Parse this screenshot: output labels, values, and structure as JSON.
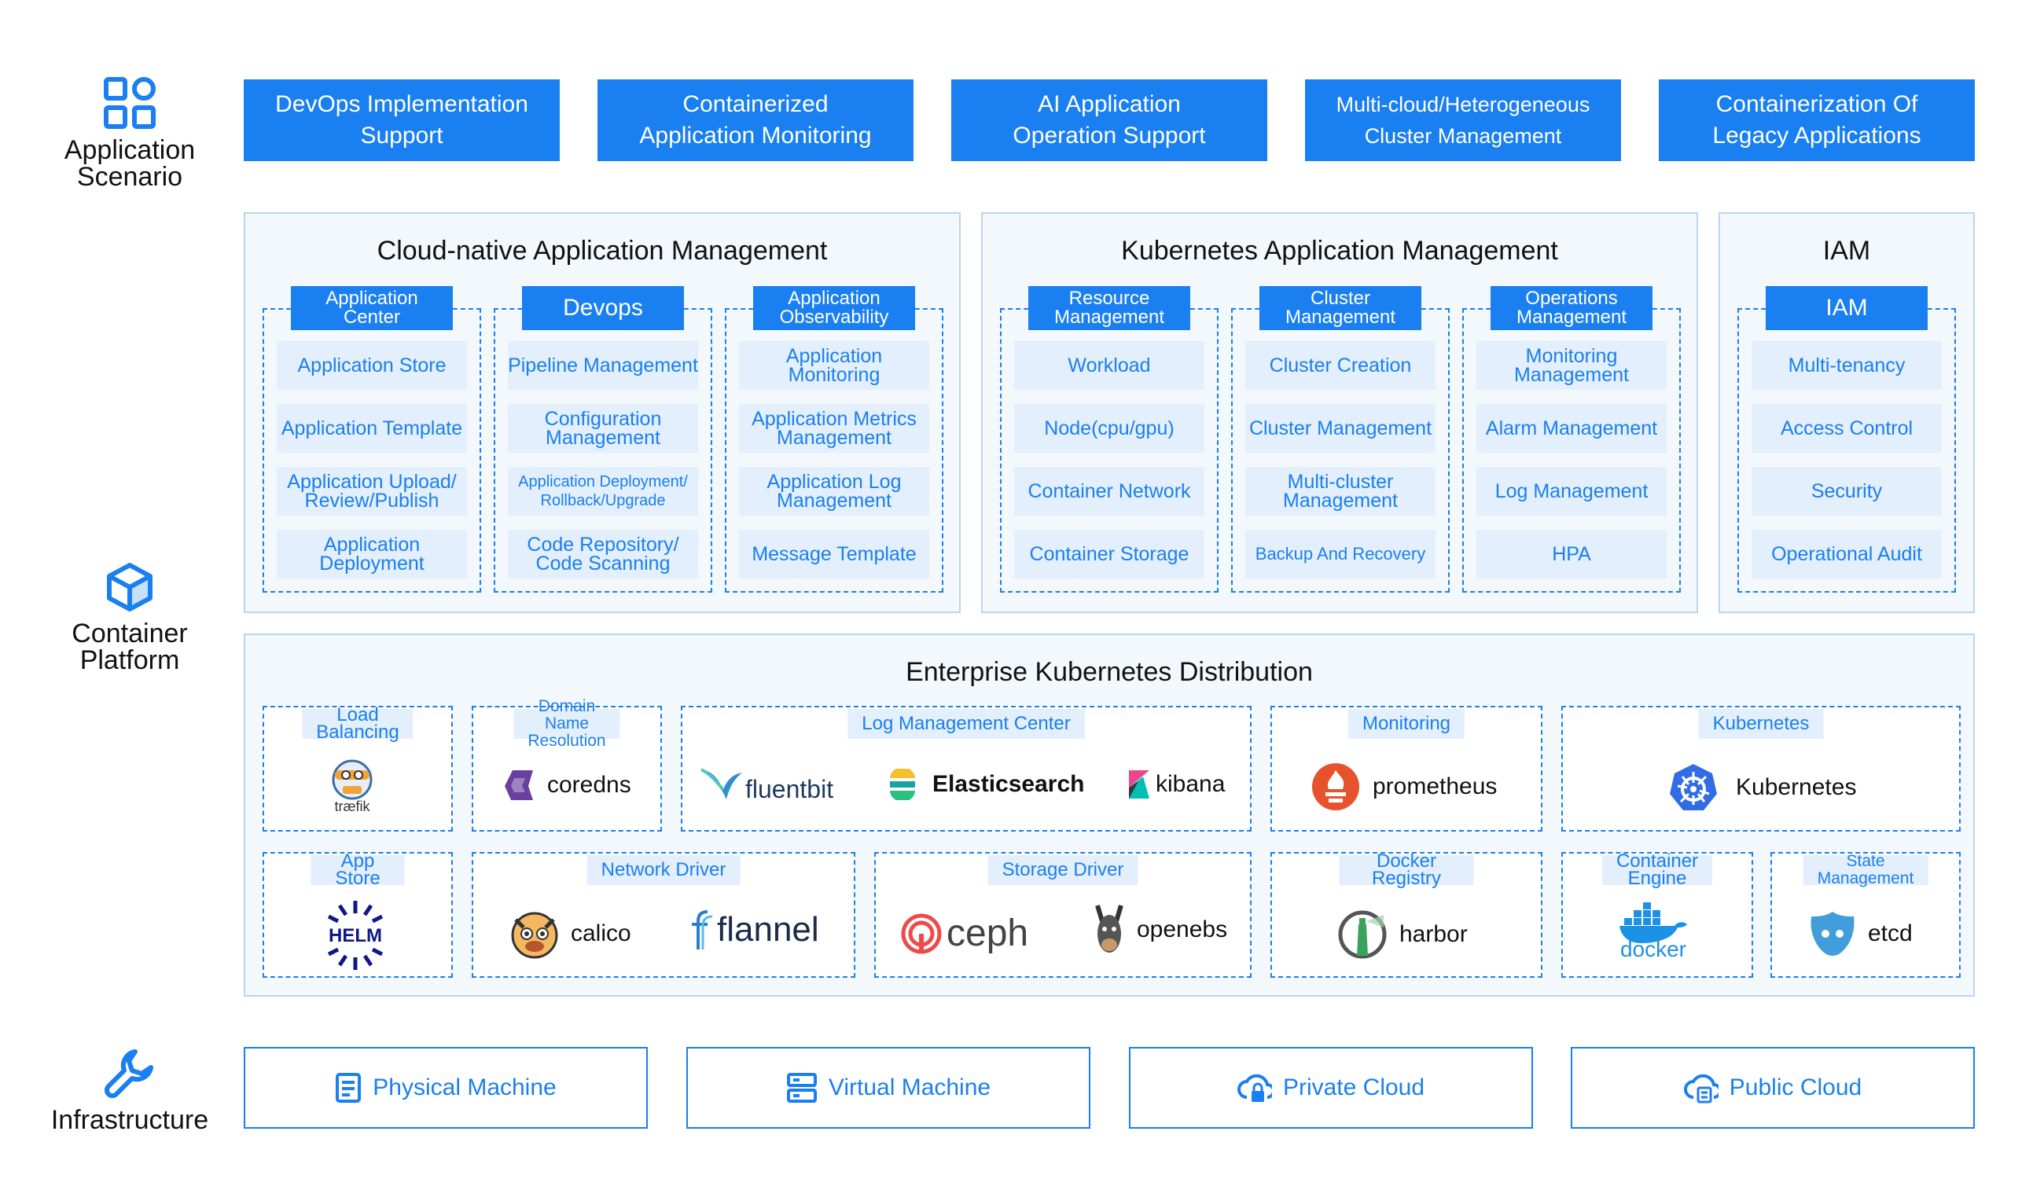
{
  "sections": {
    "application_scenario": "Application\nScenario",
    "container_platform": "Container\nPlatform",
    "infrastructure": "Infrastructure"
  },
  "scenarios": [
    "DevOps Implementation\nSupport",
    "Containerized\nApplication Monitoring",
    "AI Application\nOperation Support",
    "Multi-cloud/Heterogeneous\nCluster Management",
    "Containerization Of\nLegacy Applications"
  ],
  "cloud_native": {
    "title": "Cloud-native Application Management",
    "groups": [
      {
        "header": "Application\nCenter",
        "items": [
          "Application Store",
          "Application Template",
          "Application Upload/\nReview/Publish",
          "Application\nDeployment"
        ]
      },
      {
        "header": "Devops",
        "items": [
          "Pipeline Management",
          "Configuration\nManagement",
          "Application Deployment/\nRollback/Upgrade",
          "Code Repository/\nCode Scanning"
        ]
      },
      {
        "header": "Application\nObservability",
        "items": [
          "Application\nMonitoring",
          "Application Metrics\nManagement",
          "Application Log\nManagement",
          "Message Template"
        ]
      }
    ]
  },
  "kubernetes_app": {
    "title": "Kubernetes Application Management",
    "groups": [
      {
        "header": "Resource\nManagement",
        "items": [
          "Workload",
          "Node(cpu/gpu)",
          "Container Network",
          "Container Storage"
        ]
      },
      {
        "header": "Cluster\nManagement",
        "items": [
          "Cluster Creation",
          "Cluster Management",
          "Multi-cluster\nManagement",
          "Backup And Recovery"
        ]
      },
      {
        "header": "Operations\nManagement",
        "items": [
          "Monitoring\nManagement",
          "Alarm Management",
          "Log Management",
          "HPA"
        ]
      }
    ]
  },
  "iam": {
    "title": "IAM",
    "header": "IAM",
    "items": [
      "Multi-tenancy",
      "Access Control",
      "Security",
      "Operational Audit"
    ]
  },
  "distribution": {
    "title": "Enterprise Kubernetes Distribution",
    "boxes": {
      "load_balancing": {
        "label": "Load Balancing",
        "logos": [
          "træfik"
        ]
      },
      "dns": {
        "label": "Domain Name\nResolution",
        "logos": [
          "coredns"
        ]
      },
      "log": {
        "label": "Log Management Center",
        "logos": [
          "fluentbit",
          "Elasticsearch",
          "kibana"
        ]
      },
      "monitoring": {
        "label": "Monitoring",
        "logos": [
          "prometheus"
        ]
      },
      "kubernetes": {
        "label": "Kubernetes",
        "logos": [
          "Kubernetes"
        ]
      },
      "app_store": {
        "label": "App Store",
        "logos": [
          "HELM"
        ]
      },
      "network": {
        "label": "Network Driver",
        "logos": [
          "calico",
          "flannel"
        ]
      },
      "storage": {
        "label": "Storage Driver",
        "logos": [
          "ceph",
          "openebs"
        ]
      },
      "registry": {
        "label": "Docker Registry",
        "logos": [
          "harbor"
        ]
      },
      "engine": {
        "label": "Container Engine",
        "logos": [
          "docker"
        ]
      },
      "state": {
        "label": "State Management",
        "logos": [
          "etcd"
        ]
      }
    }
  },
  "infrastructure": [
    "Physical Machine",
    "Virtual Machine",
    "Private Cloud",
    "Public Cloud"
  ],
  "colors": {
    "accent": "#1a7ff0",
    "light": "#e3effc",
    "panel_bg": "#f3f8fd",
    "panel_border": "#b9d6f2"
  }
}
